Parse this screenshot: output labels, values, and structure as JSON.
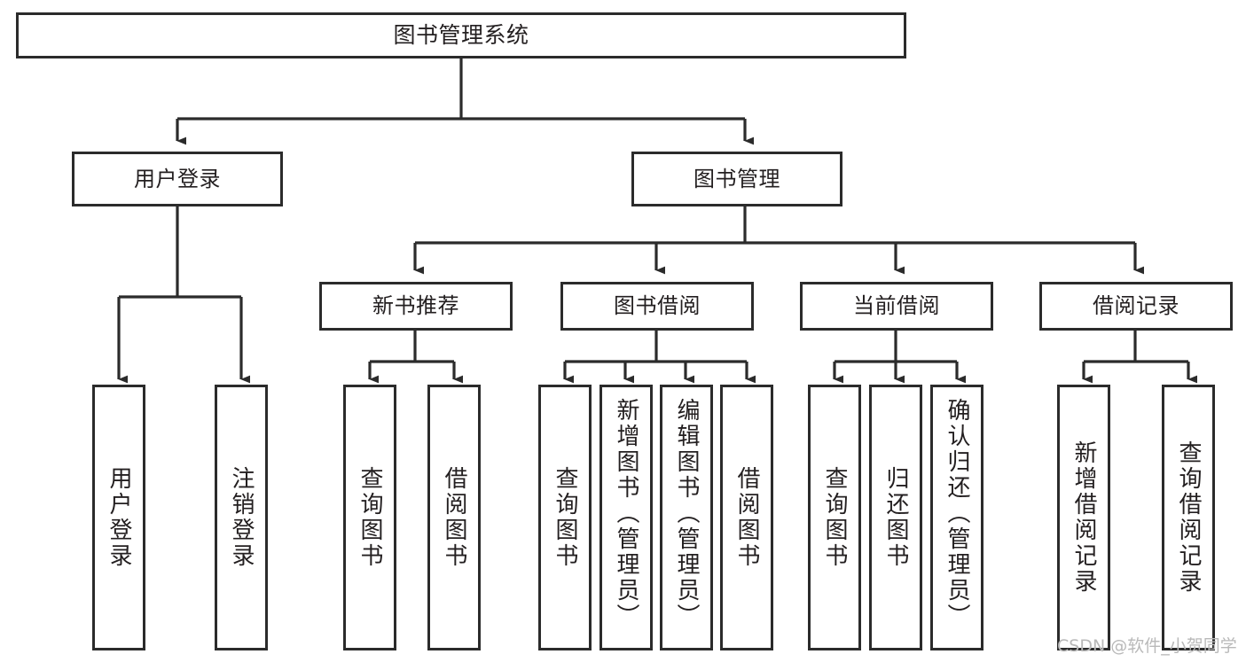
{
  "diagram": {
    "type": "hierarchy-tree",
    "title": "图书管理系统",
    "root": {
      "id": "root",
      "label": "图书管理系统"
    },
    "level2": [
      {
        "id": "user-login",
        "label": "用户登录"
      },
      {
        "id": "book-management",
        "label": "图书管理"
      }
    ],
    "level3": [
      {
        "id": "new-book-recommend",
        "label": "新书推荐",
        "parent": "book-management"
      },
      {
        "id": "book-borrow",
        "label": "图书借阅",
        "parent": "book-management"
      },
      {
        "id": "current-borrow",
        "label": "当前借阅",
        "parent": "book-management"
      },
      {
        "id": "borrow-record",
        "label": "借阅记录",
        "parent": "book-management"
      }
    ],
    "leaves": [
      {
        "id": "leaf-user-login",
        "label": "用户登录",
        "parent": "user-login"
      },
      {
        "id": "leaf-user-logout",
        "label": "注销登录",
        "parent": "user-login"
      },
      {
        "id": "leaf-query-book-1",
        "label": "查询图书",
        "parent": "new-book-recommend"
      },
      {
        "id": "leaf-borrow-book-1",
        "label": "借阅图书",
        "parent": "new-book-recommend"
      },
      {
        "id": "leaf-query-book-2",
        "label": "查询图书",
        "parent": "book-borrow"
      },
      {
        "id": "leaf-add-book",
        "label": "新增图书（管理员）",
        "parent": "book-borrow"
      },
      {
        "id": "leaf-edit-book",
        "label": "编辑图书（管理员）",
        "parent": "book-borrow"
      },
      {
        "id": "leaf-borrow-book-2",
        "label": "借阅图书",
        "parent": "book-borrow"
      },
      {
        "id": "leaf-query-book-3",
        "label": "查询图书",
        "parent": "current-borrow"
      },
      {
        "id": "leaf-return-book",
        "label": "归还图书",
        "parent": "current-borrow"
      },
      {
        "id": "leaf-confirm-return",
        "label": "确认归还（管理员）",
        "parent": "current-borrow"
      },
      {
        "id": "leaf-add-record",
        "label": "新增借阅记录",
        "parent": "borrow-record"
      },
      {
        "id": "leaf-query-record",
        "label": "查询借阅记录",
        "parent": "borrow-record"
      }
    ],
    "colors": {
      "stroke": "#2b2b2b",
      "text": "#231f20",
      "background": "#ffffff",
      "watermark": "#b9b9b9"
    }
  },
  "watermark": {
    "text": "CSDN @软件_小贺同学"
  }
}
